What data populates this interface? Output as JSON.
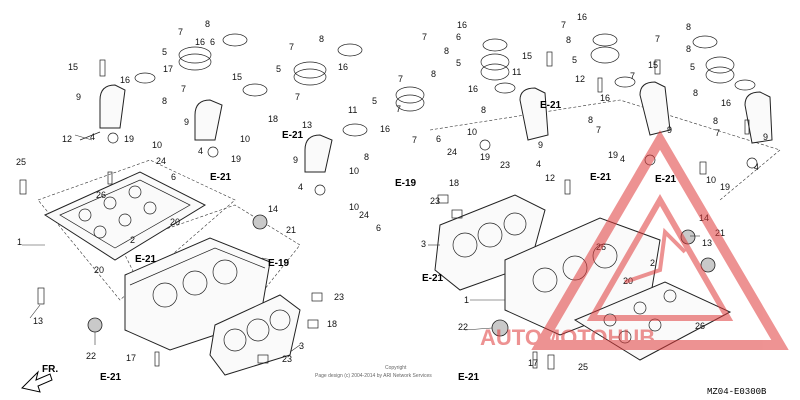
{
  "diagram": {
    "diagram_code": "MZ04-E0300B",
    "copyright_line1": "Copyright",
    "copyright_line2": "Page design (c) 2004-2014 by ARI Network Services",
    "front_label": "FR.",
    "ref_e21": "E-21",
    "ref_e19": "E-19",
    "watermark": {
      "text": "AUTOMOTOHUB",
      "color": "#e03a3a"
    },
    "colors": {
      "ink": "#222222",
      "watermark_red": "#e03a3a"
    }
  }
}
